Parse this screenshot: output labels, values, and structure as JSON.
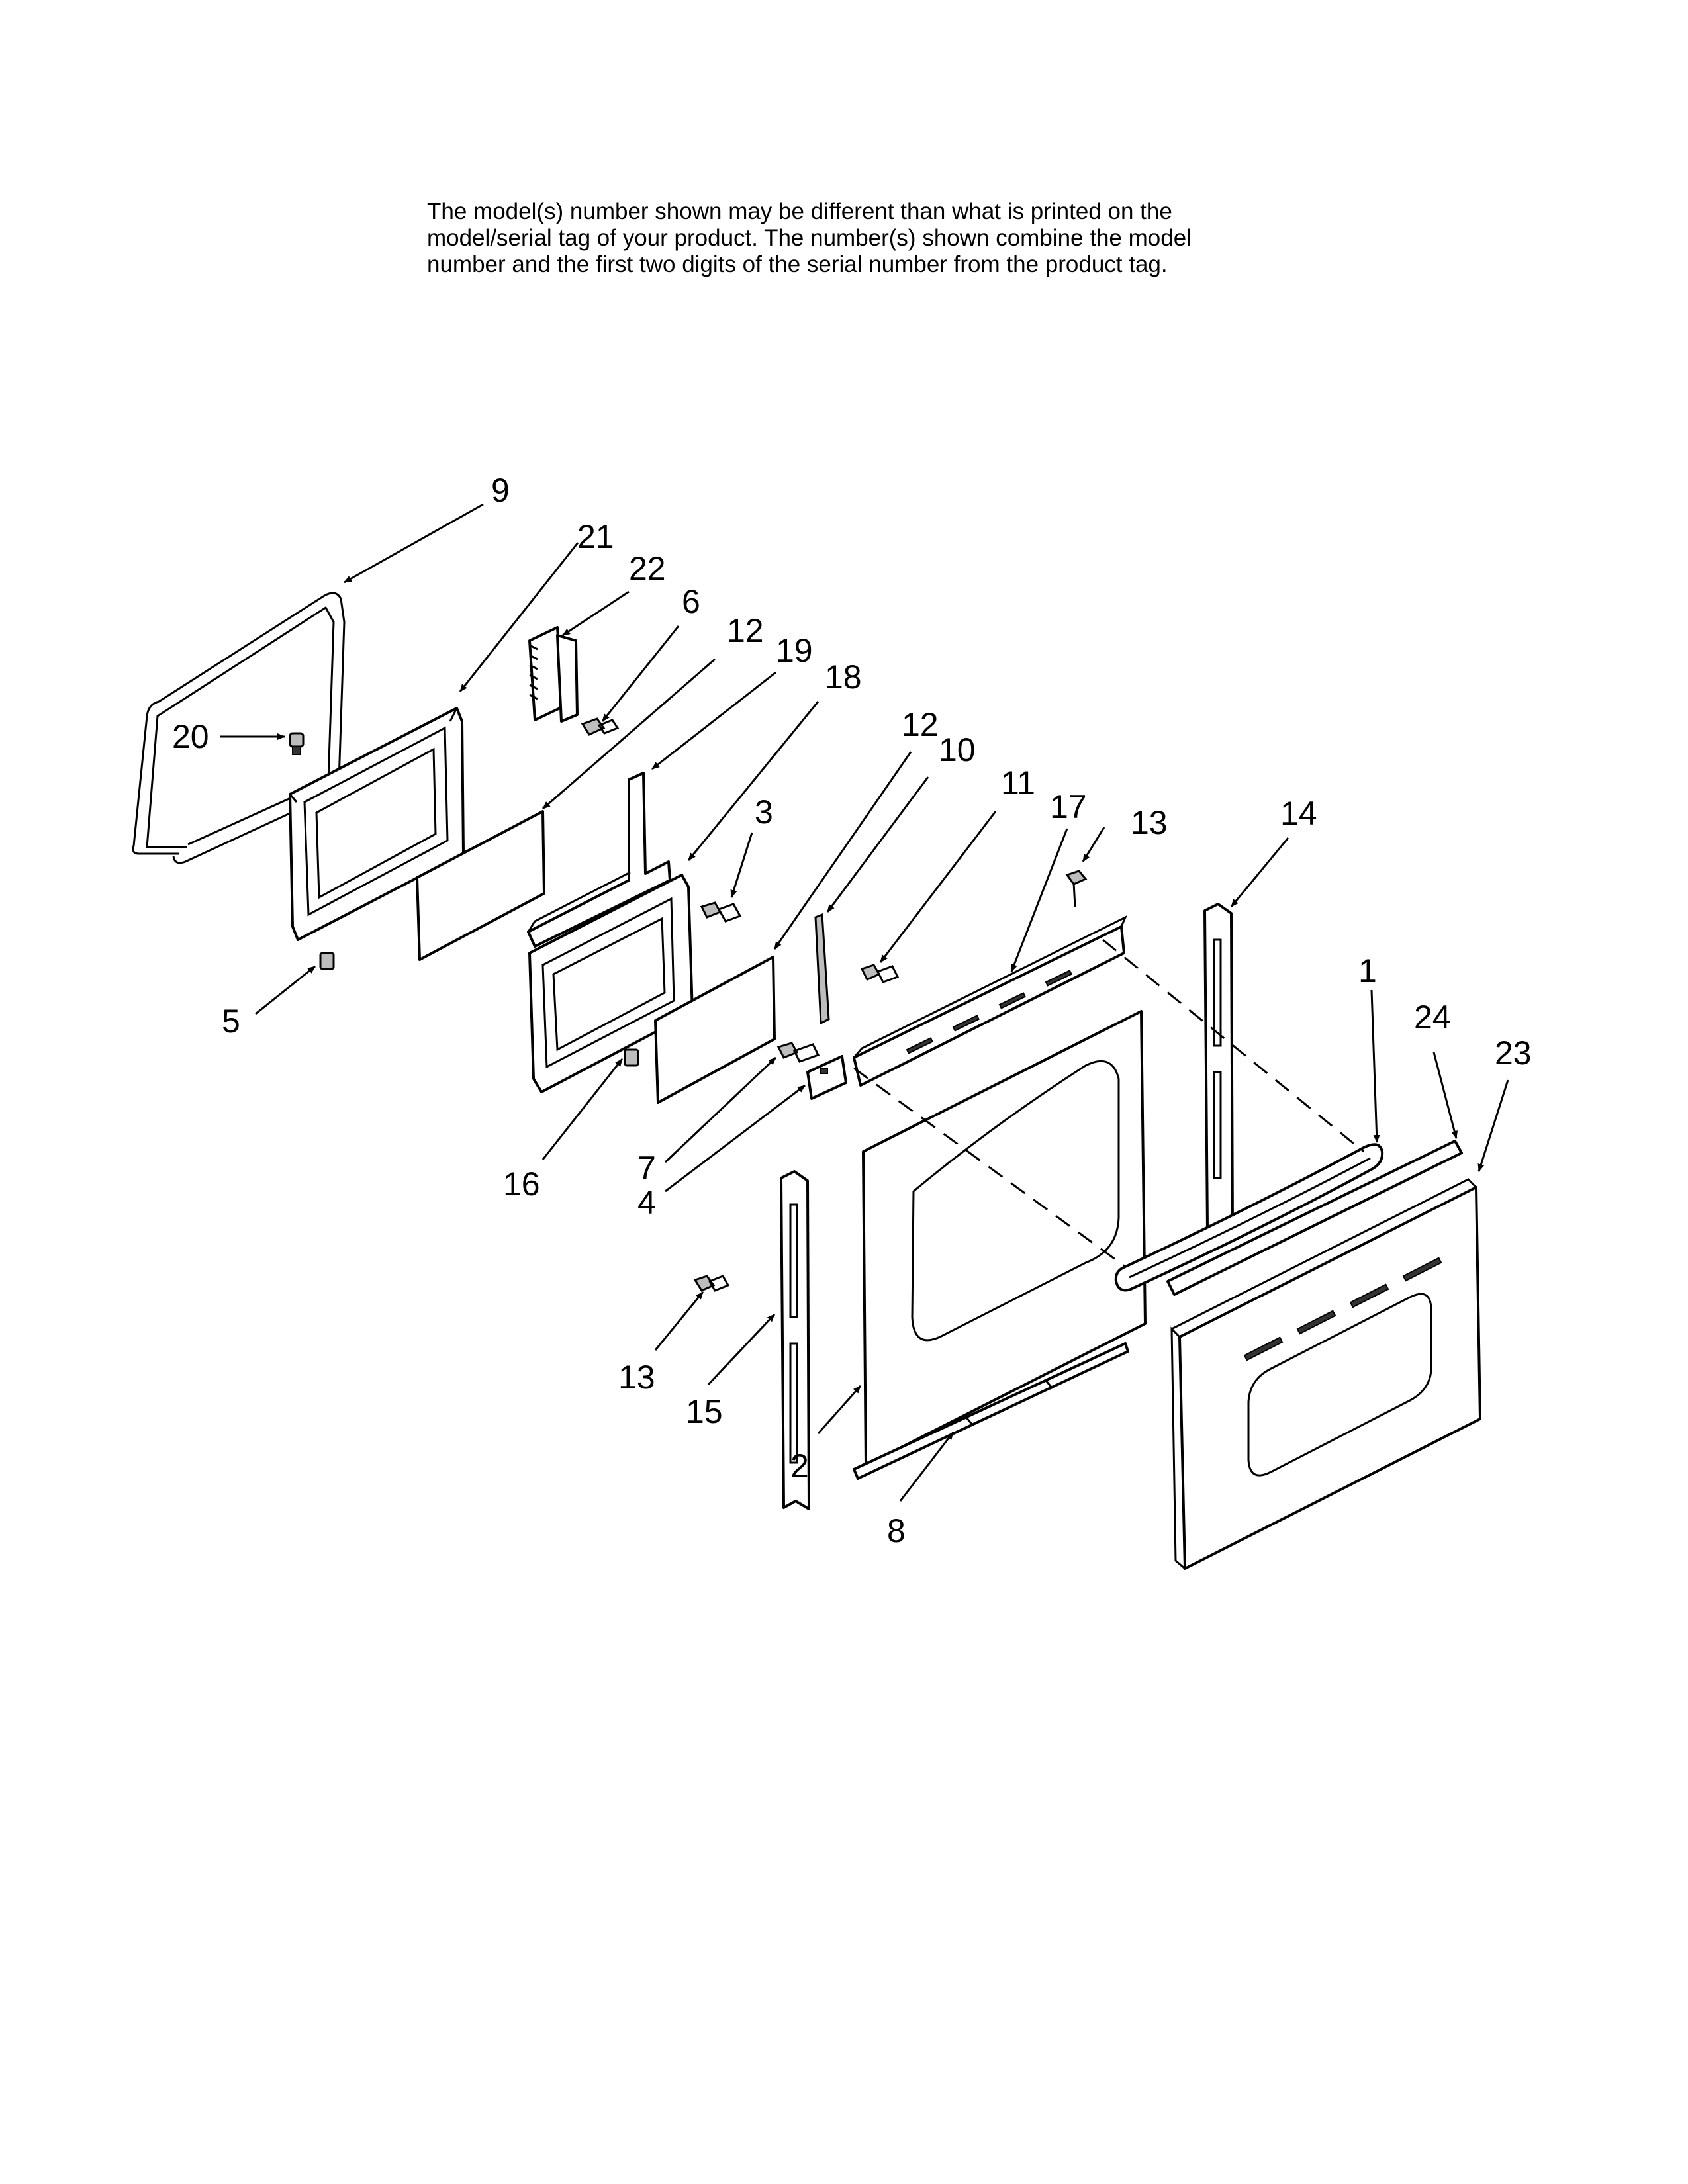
{
  "notice": {
    "line1": "The model(s) number shown may be different than what is printed on the",
    "line2": "model/serial tag of your product. The number(s) shown combine the model",
    "line3": "number and the first two digits of the serial number from the product tag."
  },
  "callouts": {
    "c9": "9",
    "c21": "21",
    "c22": "22",
    "c6": "6",
    "c12a": "12",
    "c19": "19",
    "c18": "18",
    "c20": "20",
    "c3": "3",
    "c12b": "12",
    "c10": "10",
    "c11": "11",
    "c17": "17",
    "c13a": "13",
    "c14": "14",
    "c5": "5",
    "c1": "1",
    "c24": "24",
    "c23": "23",
    "c16": "16",
    "c7": "7",
    "c4": "4",
    "c13b": "13",
    "c15": "15",
    "c2": "2",
    "c8": "8"
  }
}
